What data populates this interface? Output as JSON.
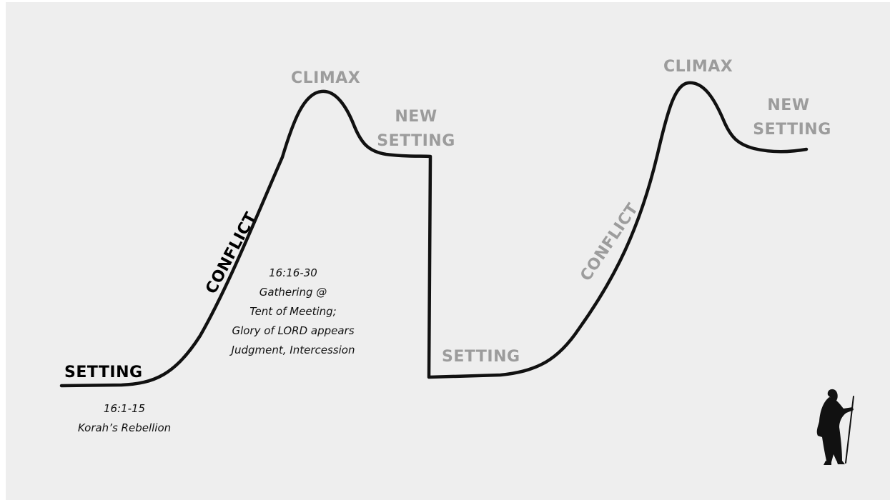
{
  "colors": {
    "background": "#eeeeee",
    "curve": "#111111",
    "active_label": "#000000",
    "inactive_label": "#9c9c9c"
  },
  "arc1": {
    "setting": "SETTING",
    "conflict": "CONFLICT",
    "climax": "CLIMAX",
    "new_setting_line1": "NEW",
    "new_setting_line2": "SETTING",
    "setting_note_line1": "16:1-15",
    "setting_note_line2": "Korah’s Rebellion",
    "conflict_note_line1": "16:16-30",
    "conflict_note_line2": "Gathering @",
    "conflict_note_line3": "Tent of Meeting;",
    "conflict_note_line4": "Glory of LORD appears",
    "conflict_note_line5": "Judgment, Intercession"
  },
  "arc2": {
    "setting": "SETTING",
    "conflict": "CONFLICT",
    "climax": "CLIMAX",
    "new_setting_line1": "NEW",
    "new_setting_line2": "SETTING"
  },
  "icons": {
    "figure": "walking-figure-with-staff-icon"
  }
}
